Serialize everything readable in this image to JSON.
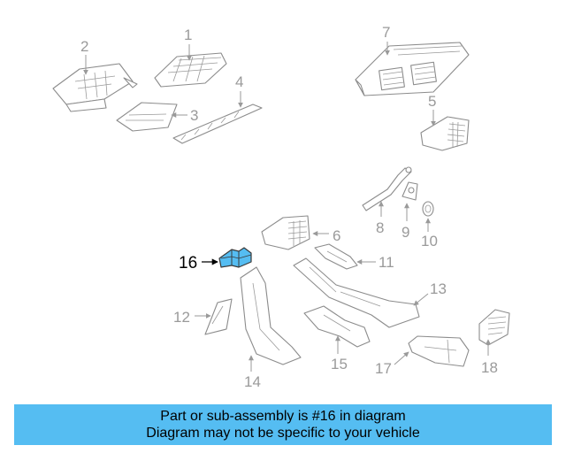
{
  "highlight_color": "#55bdf2",
  "banner": {
    "line1": "Part or sub-assembly is #16 in diagram",
    "line2": "Diagram may not be specific to your vehicle"
  },
  "callouts": {
    "c1": "1",
    "c2": "2",
    "c3": "3",
    "c4": "4",
    "c5": "5",
    "c6": "6",
    "c7": "7",
    "c8": "8",
    "c9": "9",
    "c10": "10",
    "c11": "11",
    "c12": "12",
    "c13": "13",
    "c14": "14",
    "c15": "15",
    "c16": "16",
    "c17": "17",
    "c18": "18"
  }
}
